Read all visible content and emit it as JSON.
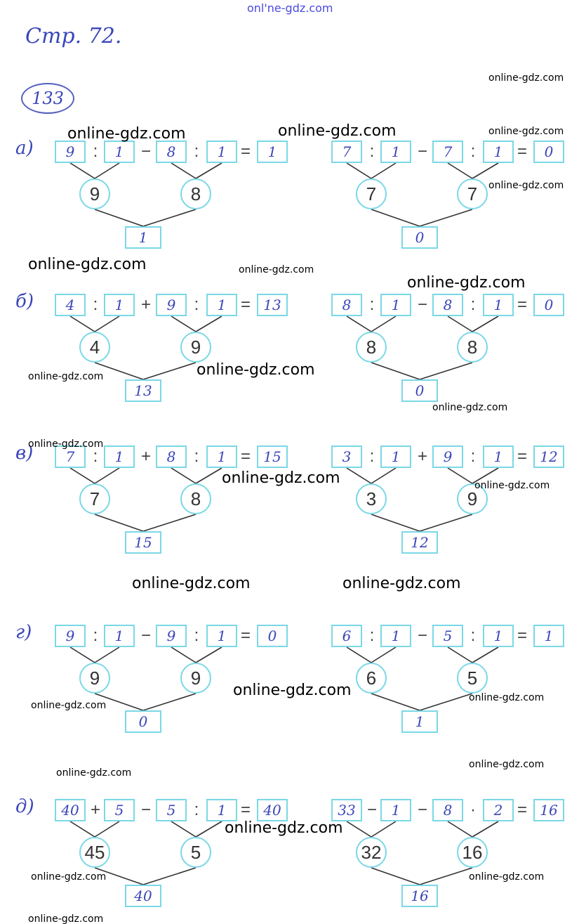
{
  "header": {
    "page": "Стр. 72.",
    "task": "133"
  },
  "rows": [
    {
      "label": "а)",
      "problems": [
        {
          "boxes": [
            "9",
            "1",
            "8",
            "1"
          ],
          "ops": [
            ":",
            "−",
            ":"
          ],
          "result": "1",
          "circles": [
            "9",
            "8"
          ],
          "bottom": "1"
        },
        {
          "boxes": [
            "7",
            "1",
            "7",
            "1"
          ],
          "ops": [
            ":",
            "−",
            ":"
          ],
          "result": "0",
          "circles": [
            "7",
            "7"
          ],
          "bottom": "0"
        }
      ]
    },
    {
      "label": "б)",
      "problems": [
        {
          "boxes": [
            "4",
            "1",
            "9",
            "1"
          ],
          "ops": [
            ":",
            "+",
            ":"
          ],
          "result": "13",
          "circles": [
            "4",
            "9"
          ],
          "bottom": "13"
        },
        {
          "boxes": [
            "8",
            "1",
            "8",
            "1"
          ],
          "ops": [
            ":",
            "−",
            ":"
          ],
          "result": "0",
          "circles": [
            "8",
            "8"
          ],
          "bottom": "0"
        }
      ]
    },
    {
      "label": "в)",
      "problems": [
        {
          "boxes": [
            "7",
            "1",
            "8",
            "1"
          ],
          "ops": [
            ":",
            "+",
            ":"
          ],
          "result": "15",
          "circles": [
            "7",
            "8"
          ],
          "bottom": "15"
        },
        {
          "boxes": [
            "3",
            "1",
            "9",
            "1"
          ],
          "ops": [
            ":",
            "+",
            ":"
          ],
          "result": "12",
          "circles": [
            "3",
            "9"
          ],
          "bottom": "12"
        }
      ]
    },
    {
      "label": "г)",
      "problems": [
        {
          "boxes": [
            "9",
            "1",
            "9",
            "1"
          ],
          "ops": [
            ":",
            "−",
            ":"
          ],
          "result": "0",
          "circles": [
            "9",
            "9"
          ],
          "bottom": "0"
        },
        {
          "boxes": [
            "6",
            "1",
            "5",
            "1"
          ],
          "ops": [
            ":",
            "−",
            ":"
          ],
          "result": "1",
          "circles": [
            "6",
            "5"
          ],
          "bottom": "1"
        }
      ]
    },
    {
      "label": "д)",
      "problems": [
        {
          "boxes": [
            "40",
            "5",
            "5",
            "1"
          ],
          "ops": [
            "+",
            "−",
            ":"
          ],
          "result": "40",
          "circles": [
            "45",
            "5"
          ],
          "bottom": "40"
        },
        {
          "boxes": [
            "33",
            "1",
            "8",
            "2"
          ],
          "ops": [
            "−",
            "−",
            "·"
          ],
          "result": "16",
          "circles": [
            "32",
            "16"
          ],
          "bottom": "16"
        }
      ]
    }
  ],
  "equals": "=",
  "watermarks": {
    "top": "onl'ne-gdz.com",
    "items": [
      "online-gdz.com",
      "online-gdz.com",
      "online-gdz.com",
      "online-gdz.com",
      "online-gdz.com",
      "online-gdz.com",
      "online-gdz.com",
      "online-gdz.com",
      "online-gdz.com",
      "online-gdz.com",
      "online-gdz.com",
      "online-gdz.com",
      "online-gdz.com",
      "online-gdz.com",
      "online-gdz.com",
      "online-gdz.com",
      "online-gdz.com",
      "online-gdz.com",
      "online-gdz.com",
      "online-gdz.com",
      "online-gdz.com",
      "online-gdz.com",
      "online-gdz.com",
      "online-gdz.com",
      "online-gdz.com"
    ]
  }
}
